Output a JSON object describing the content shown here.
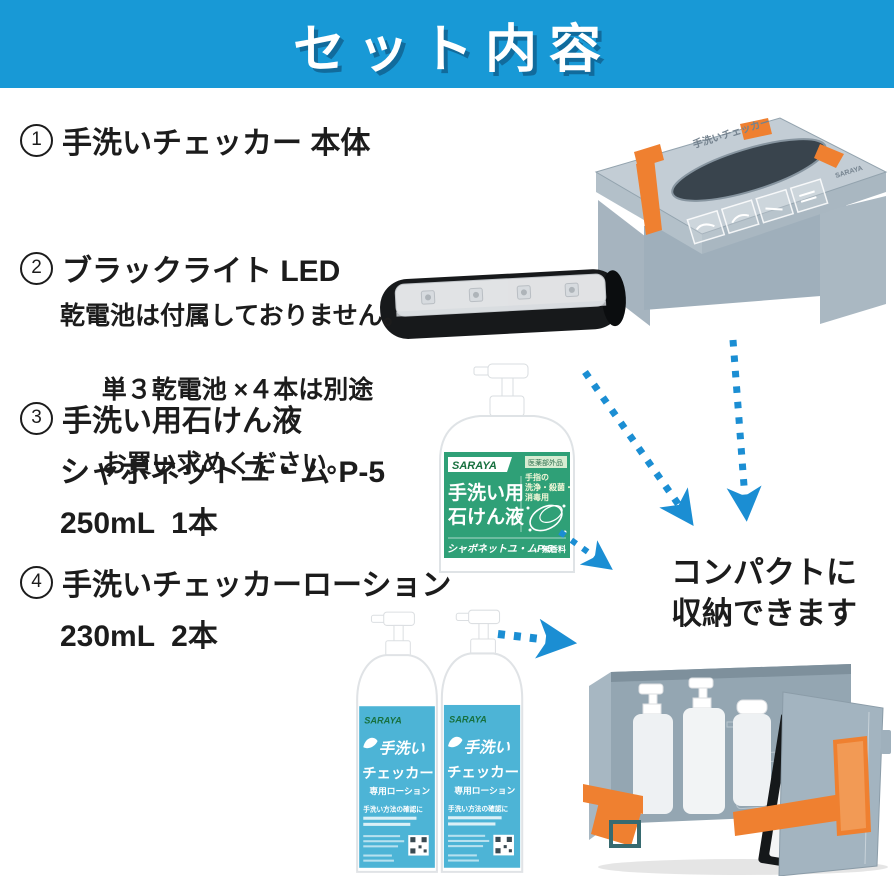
{
  "header": {
    "title": "セット内容"
  },
  "items": [
    {
      "num": "1",
      "title": "手洗いチェッカー 本体"
    },
    {
      "num": "2",
      "title": "ブラックライト LED",
      "note1": "乾電池は付属しておりません。",
      "note2": "単３乾電池 ×４本は別途",
      "note3": "お買い求めください。"
    },
    {
      "num": "3",
      "title": "手洗い用石けん液",
      "line1": "シャボネットユ・ム P-5",
      "line2": "250mL  1本"
    },
    {
      "num": "4",
      "title": "手洗いチェッカーローション",
      "line1": "230mL  2本"
    }
  ],
  "storage_note": {
    "line1": "コンパクトに",
    "line2": "収納できます"
  },
  "products": {
    "checker": {
      "print_title": "手洗いチェッカー",
      "brand": "SARAYA"
    },
    "soap": {
      "brand": "SARAYA",
      "title1": "手洗い用",
      "title2": "石けん液",
      "badge": "医薬部外品",
      "use1": "手指の",
      "use2": "洗浄・殺菌・",
      "use3": "消毒用",
      "product_name": "シャボネットユ・ムP-5",
      "fragrance": "無香料"
    },
    "lotion": {
      "brand": "SARAYA",
      "title1": "手洗い",
      "title2": "チェッカー",
      "subtitle": "専用ローション",
      "desc": "手洗い方法の確認に"
    }
  },
  "colors": {
    "header_blue": "#1899d6",
    "arrow_blue": "#1b8ed3",
    "soap_green": "#2fa077",
    "soap_green_dark": "#238a64",
    "lotion_cyan": "#4db4d6",
    "strap_orange": "#ef8030",
    "case_gray": "#9aacb8",
    "checker_gray": "#c3cdd5",
    "text_dark": "#1c1c1c"
  }
}
